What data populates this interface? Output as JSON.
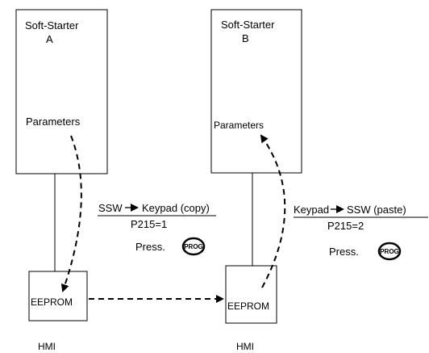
{
  "starter_a": {
    "title_line1": "Soft-Starter",
    "title_line2": "A",
    "params": "Parameters"
  },
  "starter_b": {
    "title_line1": "Soft-Starter",
    "title_line2": "B",
    "params": "Parameters"
  },
  "copy": {
    "from": "SSW",
    "to": "Keypad (copy)",
    "param": "P215=1",
    "press": "Press.",
    "key": "PROG"
  },
  "paste": {
    "from": "Keypad",
    "to": "SSW  (paste)",
    "param": "P215=2",
    "press": "Press.",
    "key": "PROG"
  },
  "hmi_left": {
    "memory": "EEPROM",
    "label": "HMI"
  },
  "hmi_right": {
    "memory": "EEPROM",
    "label": "HMI"
  }
}
